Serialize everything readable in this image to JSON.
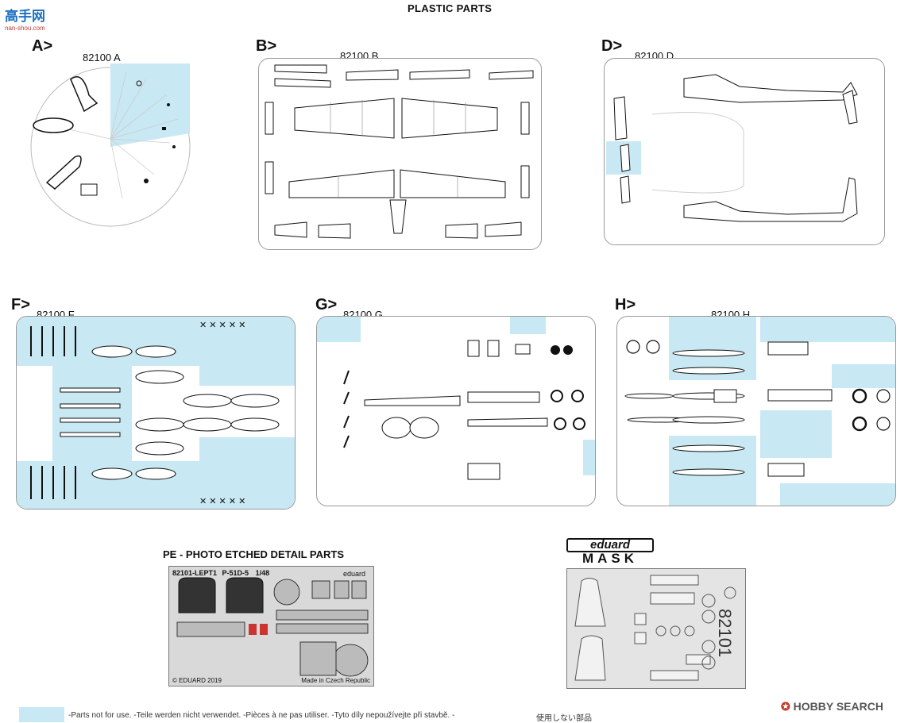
{
  "header": {
    "title": "PLASTIC PARTS"
  },
  "watermark": {
    "logo_text": "高手网",
    "url": "nan-shou.com"
  },
  "sprues": [
    {
      "letter": "A>",
      "code": "82100 A"
    },
    {
      "letter": "B>",
      "code": "82100 B"
    },
    {
      "letter": "D>",
      "code": "82100 D"
    },
    {
      "letter": "F>",
      "code": "82100 F"
    },
    {
      "letter": "G>",
      "code": "82100 G"
    },
    {
      "letter": "H>",
      "code": "82100 H"
    }
  ],
  "pe": {
    "title": "PE - PHOTO ETCHED DETAIL PARTS",
    "fret_code": "82101-LEPT1",
    "fret_name": "P-51D-5",
    "scale": "1/48",
    "brand": "eduard",
    "copyright": "© EDUARD 2019",
    "made_in": "Made in Czech Republic"
  },
  "mask": {
    "brand": "eduard",
    "label": "MASK",
    "code": "82101"
  },
  "legend": {
    "text": "-Parts not for use. -Teile werden nicht verwendet. -Pièces à ne pas utiliser. -Tyto díly nepoužívejte při stavbě. -",
    "jp_text": "使用しない部品"
  },
  "footer": {
    "logo": "HOBBY SEARCH"
  },
  "colors": {
    "unused_highlight": "#c8e8f3",
    "hobby_red": "#c0392b"
  }
}
